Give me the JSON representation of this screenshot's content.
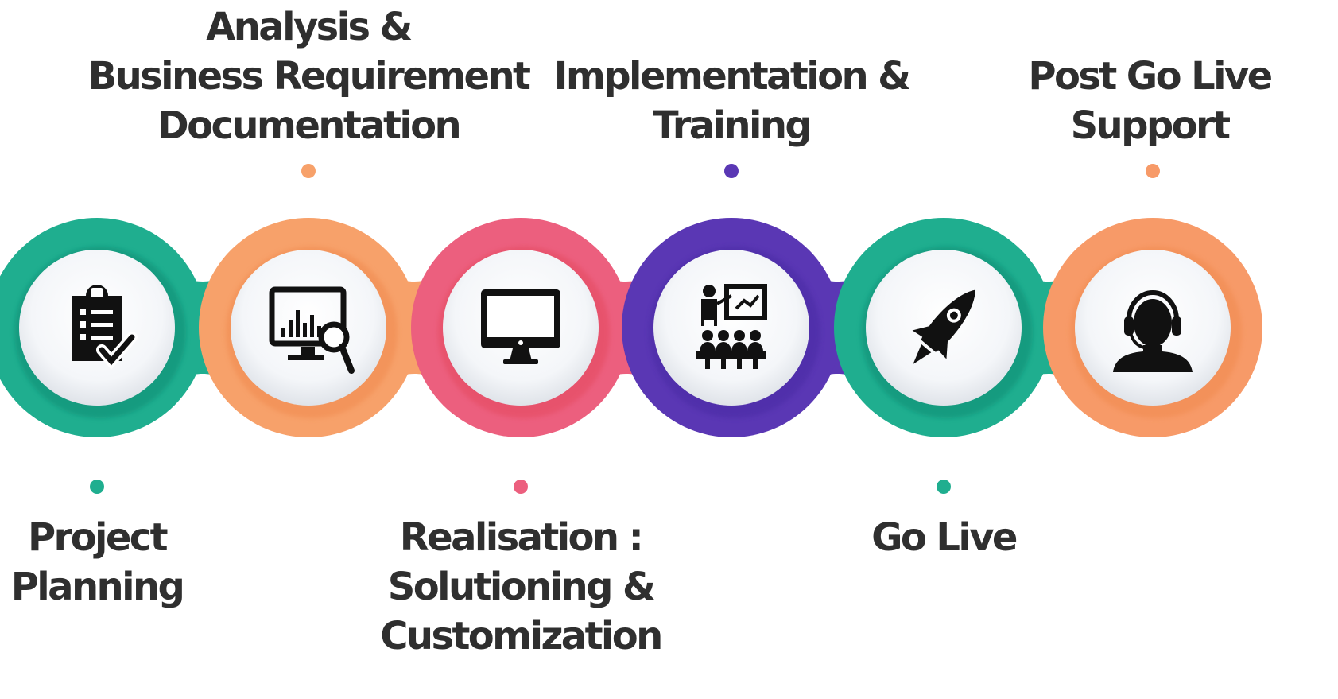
{
  "steps": [
    {
      "label": [
        "Project",
        "Planning"
      ],
      "icon": "clipboard-checklist-icon",
      "color": "#1fae8f",
      "color_dark": "#0f8c73",
      "label_side": "bottom"
    },
    {
      "label": [
        "Analysis &",
        "Business Requirement",
        "Documentation"
      ],
      "icon": "monitor-analytics-icon",
      "color": "#f7a16a",
      "color_dark": "#f08a4f",
      "label_side": "top"
    },
    {
      "label": [
        "Realisation :",
        "Solutioning &",
        "Customization"
      ],
      "icon": "desktop-monitor-icon",
      "color": "#ec5f7e",
      "color_dark": "#e4485f",
      "label_side": "bottom"
    },
    {
      "label": [
        "Implementation &",
        "Training"
      ],
      "icon": "training-presentation-icon",
      "color": "#5a37b4",
      "color_dark": "#4a2aa4",
      "label_side": "top"
    },
    {
      "label": [
        "Go Live"
      ],
      "icon": "rocket-icon",
      "color": "#1fae8f",
      "color_dark": "#0f8c73",
      "label_side": "bottom"
    },
    {
      "label": [
        "Post Go Live",
        "Support"
      ],
      "icon": "headset-support-icon",
      "color": "#f79a68",
      "color_dark": "#f08a4f",
      "label_side": "top"
    }
  ]
}
